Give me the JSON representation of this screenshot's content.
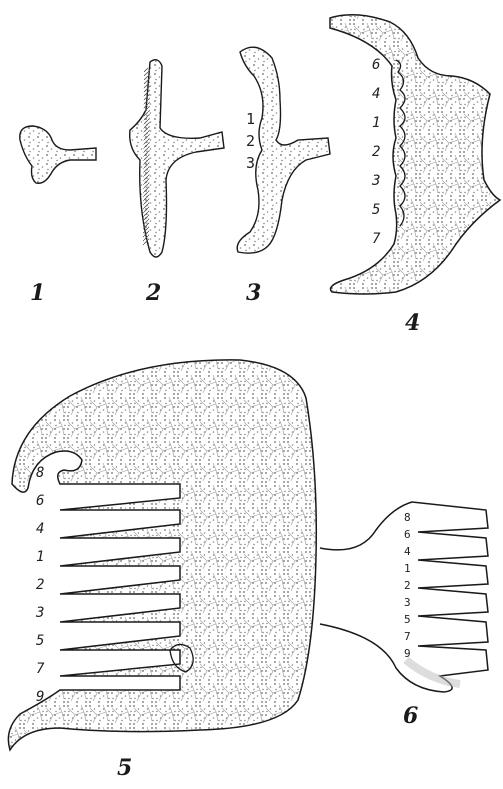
{
  "figures": [
    {
      "id": "1",
      "label": "1",
      "inner_labels": []
    },
    {
      "id": "2",
      "label": "2",
      "inner_labels": []
    },
    {
      "id": "3",
      "label": "3",
      "inner_labels": [
        "1",
        "2",
        "3"
      ]
    },
    {
      "id": "4",
      "label": "4",
      "inner_labels": [
        "6",
        "4",
        "1",
        "2",
        "3",
        "5",
        "7"
      ]
    },
    {
      "id": "5",
      "label": "5",
      "inner_labels": [
        "8",
        "6",
        "4",
        "1",
        "2",
        "3",
        "5",
        "7",
        "9"
      ]
    },
    {
      "id": "6",
      "label": "6",
      "inner_labels": [
        "8",
        "6",
        "4",
        "1",
        "2",
        "3",
        "5",
        "7",
        "9"
      ]
    }
  ],
  "colors": {
    "ink": "#1a1a1a",
    "stipple": "#7a7a7a",
    "paper": "#ffffff"
  }
}
